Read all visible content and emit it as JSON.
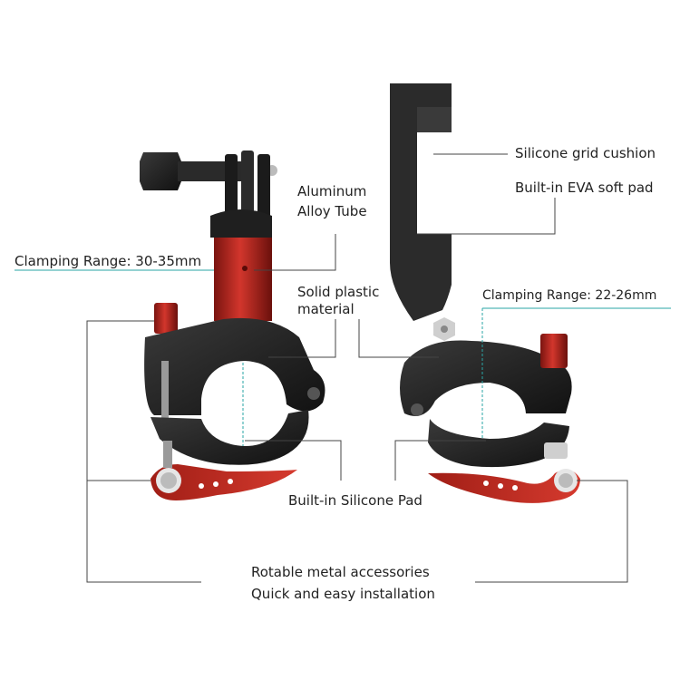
{
  "labels": {
    "aluminum_tube_line1": "Aluminum",
    "aluminum_tube_line2": "Alloy Tube",
    "clamp_left": "Clamping Range: 30-35mm",
    "solid_plastic_line1": "Solid plastic",
    "solid_plastic_line2": "material",
    "silicone_grid": "Silicone grid cushion",
    "eva_pad": "Built-in EVA soft pad",
    "clamp_right": "Clamping Range: 22-26mm",
    "silicone_pad": "Built-in Silicone Pad",
    "rotatable_metal": "Rotable metal accessories",
    "quick_install": "Quick and easy installation"
  },
  "colors": {
    "accent_red": "#b8281f",
    "clamp_black": "#1f1f1f",
    "guide_line": "#444444",
    "measure_line": "#2aa6a6"
  }
}
